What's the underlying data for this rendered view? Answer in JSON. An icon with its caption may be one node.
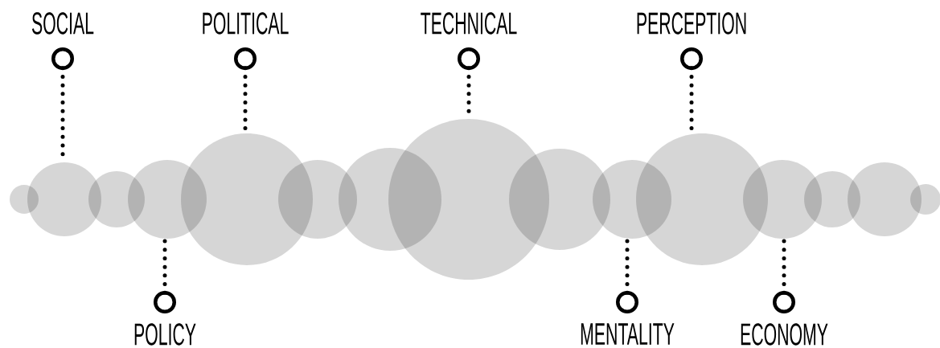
{
  "diagram": {
    "nodes": [
      {
        "text": [],
        "shape": "circle"
      },
      {
        "text": [],
        "shape": "circle"
      },
      {
        "text": [],
        "shape": "circle"
      },
      {
        "text": [],
        "shape": "circle"
      },
      {
        "text": [],
        "shape": "circle"
      },
      {
        "text": [],
        "shape": "circle"
      },
      {
        "text": [],
        "shape": "circle"
      },
      {
        "text": [],
        "shape": "circle"
      },
      {
        "text": [],
        "shape": "circle"
      },
      {
        "text": [],
        "shape": "circle"
      },
      {
        "text": [],
        "shape": "circle"
      },
      {
        "text": [],
        "shape": "circle"
      },
      {
        "text": [],
        "shape": "circle"
      },
      {
        "text": [],
        "shape": "circle"
      },
      {
        "text": [],
        "shape": "circle"
      },
      {
        "text": [
          "SOCIAL"
        ]
      },
      {
        "text": [
          "POLITICAL"
        ]
      },
      {
        "text": [
          "TECHNICAL"
        ]
      },
      {
        "text": [
          "PERCEPTION"
        ]
      },
      {
        "text": [
          "POLICY"
        ]
      },
      {
        "text": [
          "MENTALITY"
        ]
      },
      {
        "text": [
          "ECONOMY"
        ]
      }
    ],
    "edges": [
      {
        "from": 15,
        "to": 1,
        "arrow": "other",
        "style": "dashed"
      },
      {
        "from": 16,
        "to": 4,
        "arrow": "other",
        "style": "dashed"
      },
      {
        "from": 17,
        "to": 7,
        "arrow": "other",
        "style": "dashed"
      },
      {
        "from": 18,
        "to": 10,
        "arrow": "other",
        "style": "dashed"
      },
      {
        "from": 19,
        "to": 3,
        "arrow": "other",
        "style": "dashed"
      },
      {
        "from": 20,
        "to": 9,
        "arrow": "other",
        "style": "dashed"
      },
      {
        "from": 21,
        "to": 11,
        "arrow": "other",
        "style": "dashed"
      }
    ]
  }
}
